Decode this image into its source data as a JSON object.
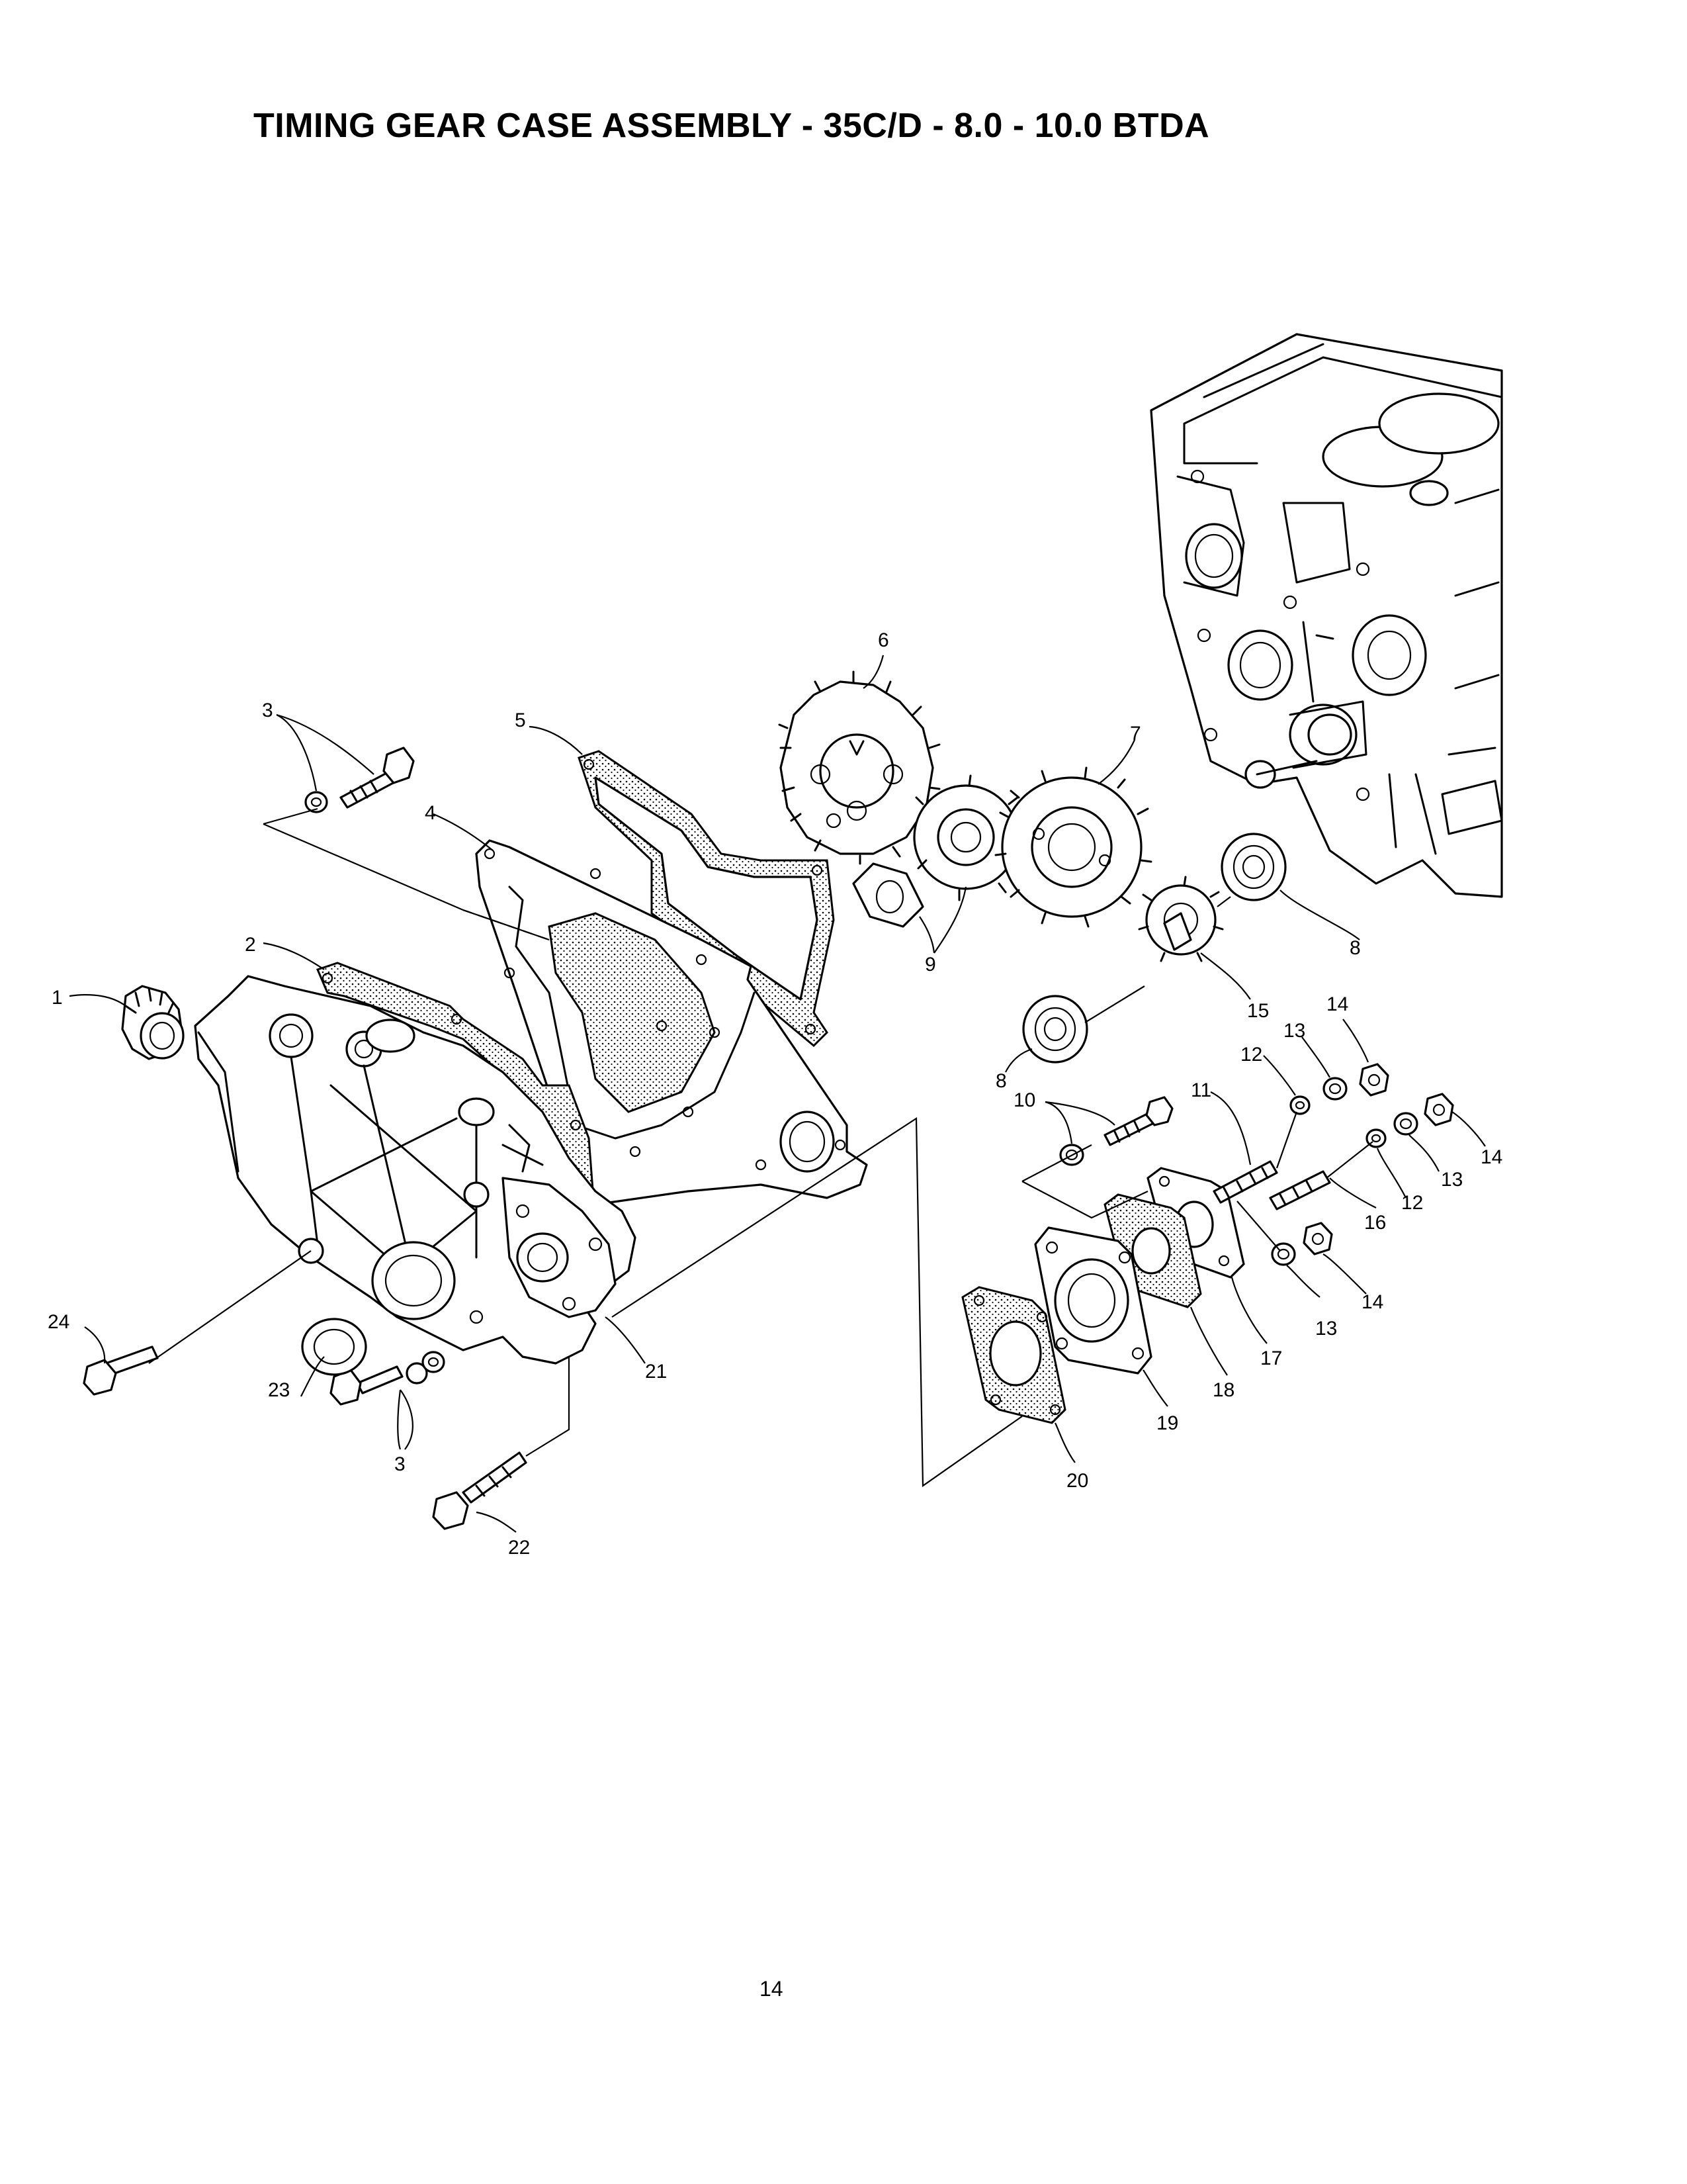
{
  "title": "TIMING GEAR CASE ASSEMBLY - 35C/D - 8.0 - 10.0 BTDA",
  "page_number": "14",
  "callouts": {
    "c1": "1",
    "c2": "2",
    "c3a": "3",
    "c3b": "3",
    "c4": "4",
    "c5": "5",
    "c6": "6",
    "c7": "7",
    "c8a": "8",
    "c8b": "8",
    "c9": "9",
    "c10": "10",
    "c11": "11",
    "c12a": "12",
    "c12b": "12",
    "c13a": "13",
    "c13b": "13",
    "c13c": "13",
    "c14a": "14",
    "c14b": "14",
    "c14c": "14",
    "c15": "15",
    "c16": "16",
    "c17": "17",
    "c18": "18",
    "c19": "19",
    "c20": "20",
    "c21": "21",
    "c22": "22",
    "c23": "23",
    "c24": "24"
  }
}
